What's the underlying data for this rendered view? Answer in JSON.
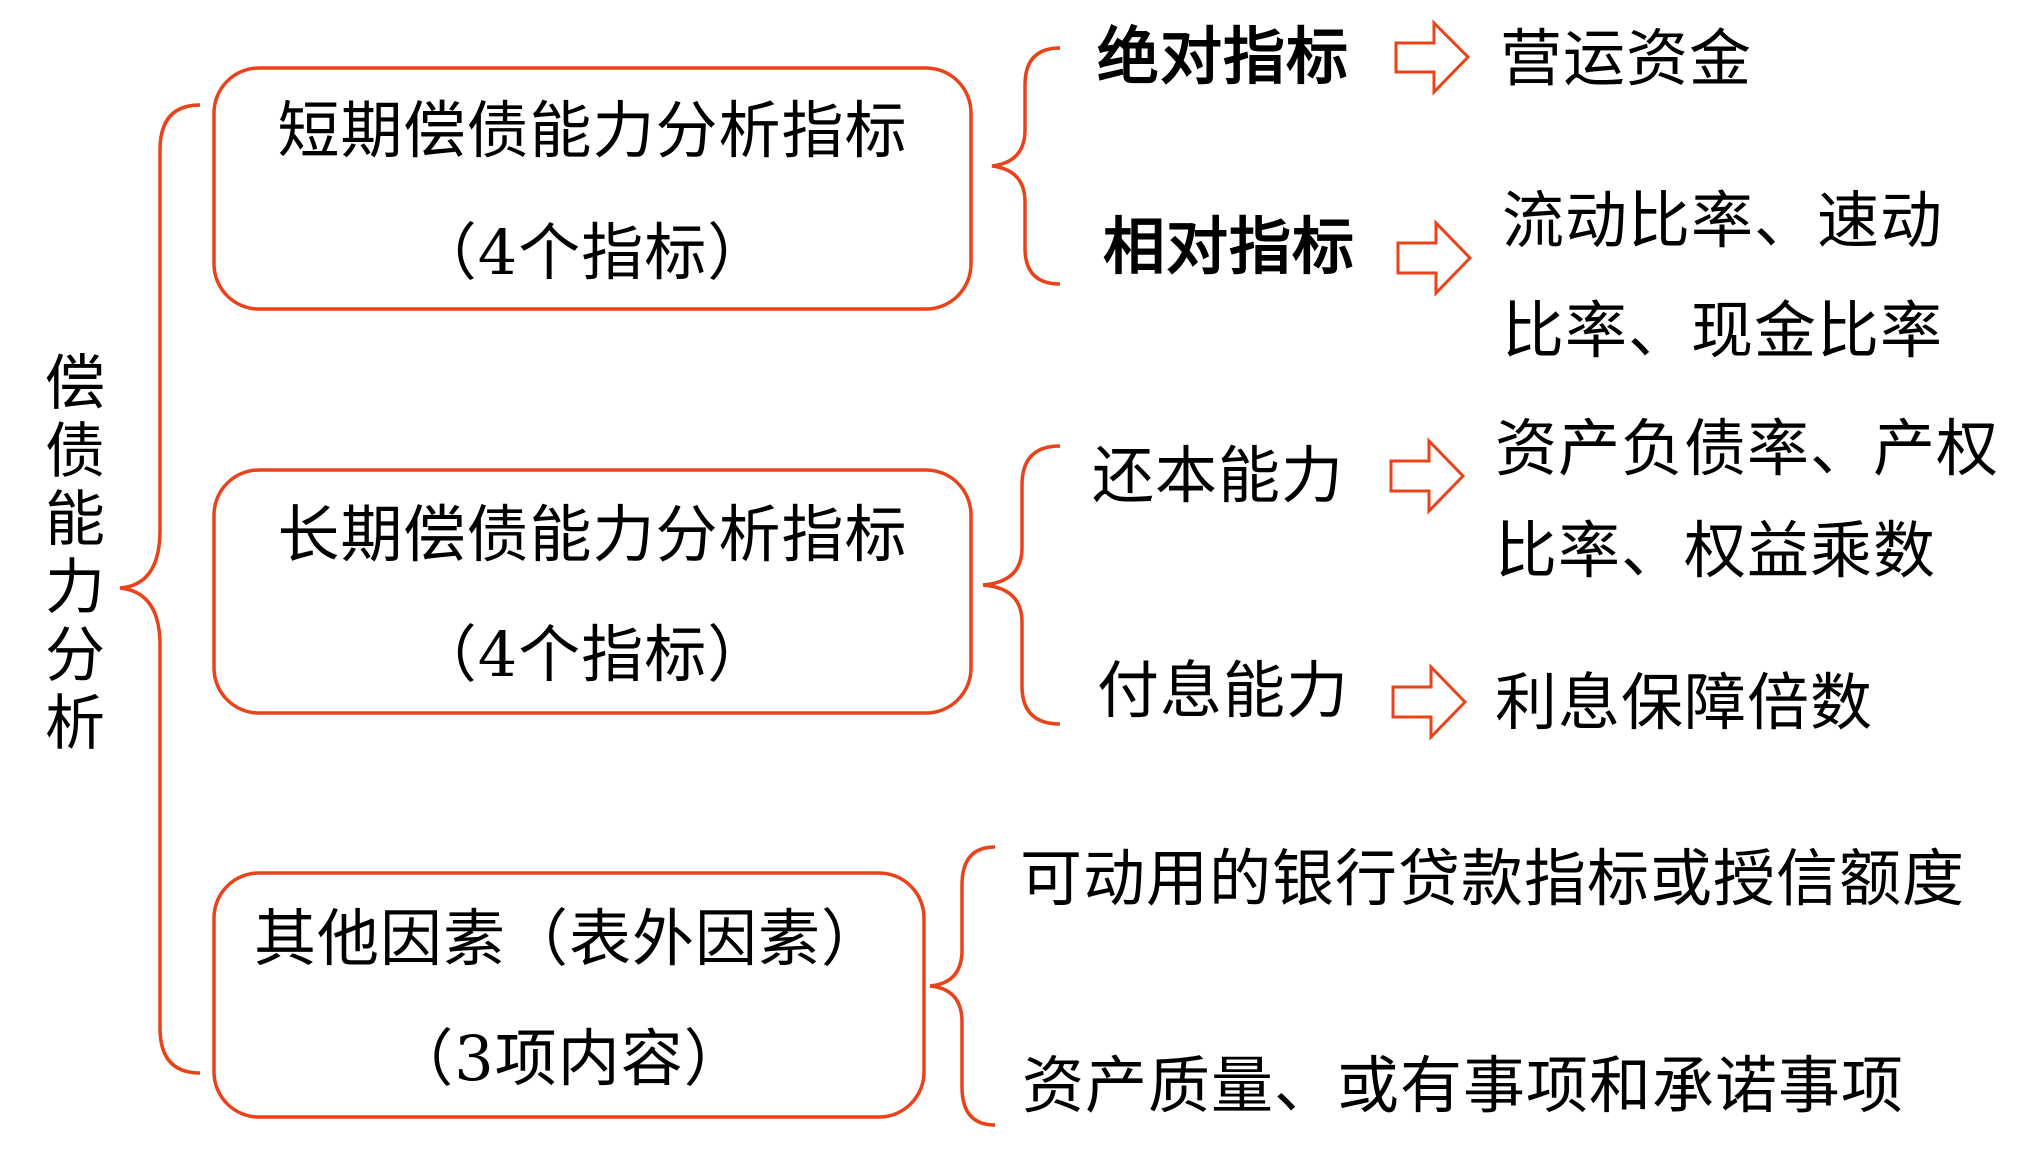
{
  "title": {
    "chars": [
      "偿",
      "债",
      "能",
      "力",
      "分",
      "析"
    ],
    "text": "偿债能力分析"
  },
  "colors": {
    "accent": "#E8431A",
    "text": "#000000",
    "background": "#FFFFFF"
  },
  "branches": [
    {
      "box": {
        "line1": "短期偿债能力分析指标",
        "line2": "（4个指标）"
      },
      "items": [
        {
          "label": "绝对指标",
          "bold": true,
          "arrow": "right-arrow-outline",
          "result_lines": [
            "营运资金"
          ]
        },
        {
          "label": "相对指标",
          "bold": true,
          "arrow": "right-arrow-outline",
          "result_lines": [
            "流动比率、速动",
            "比率、现金比率"
          ]
        }
      ]
    },
    {
      "box": {
        "line1": "长期偿债能力分析指标",
        "line2": "（4个指标）"
      },
      "items": [
        {
          "label": "还本能力",
          "bold": false,
          "arrow": "right-arrow-outline",
          "result_lines": [
            "资产负债率、产权",
            "比率、权益乘数"
          ]
        },
        {
          "label": "付息能力",
          "bold": false,
          "arrow": "right-arrow-outline",
          "result_lines": [
            "利息保障倍数"
          ]
        }
      ]
    },
    {
      "box": {
        "line1": "其他因素（表外因素）",
        "line2": "（3项内容）"
      },
      "items": [
        {
          "label": "可动用的银行贷款指标或授信额度"
        },
        {
          "label": "资产质量、或有事项和承诺事项"
        }
      ]
    }
  ]
}
